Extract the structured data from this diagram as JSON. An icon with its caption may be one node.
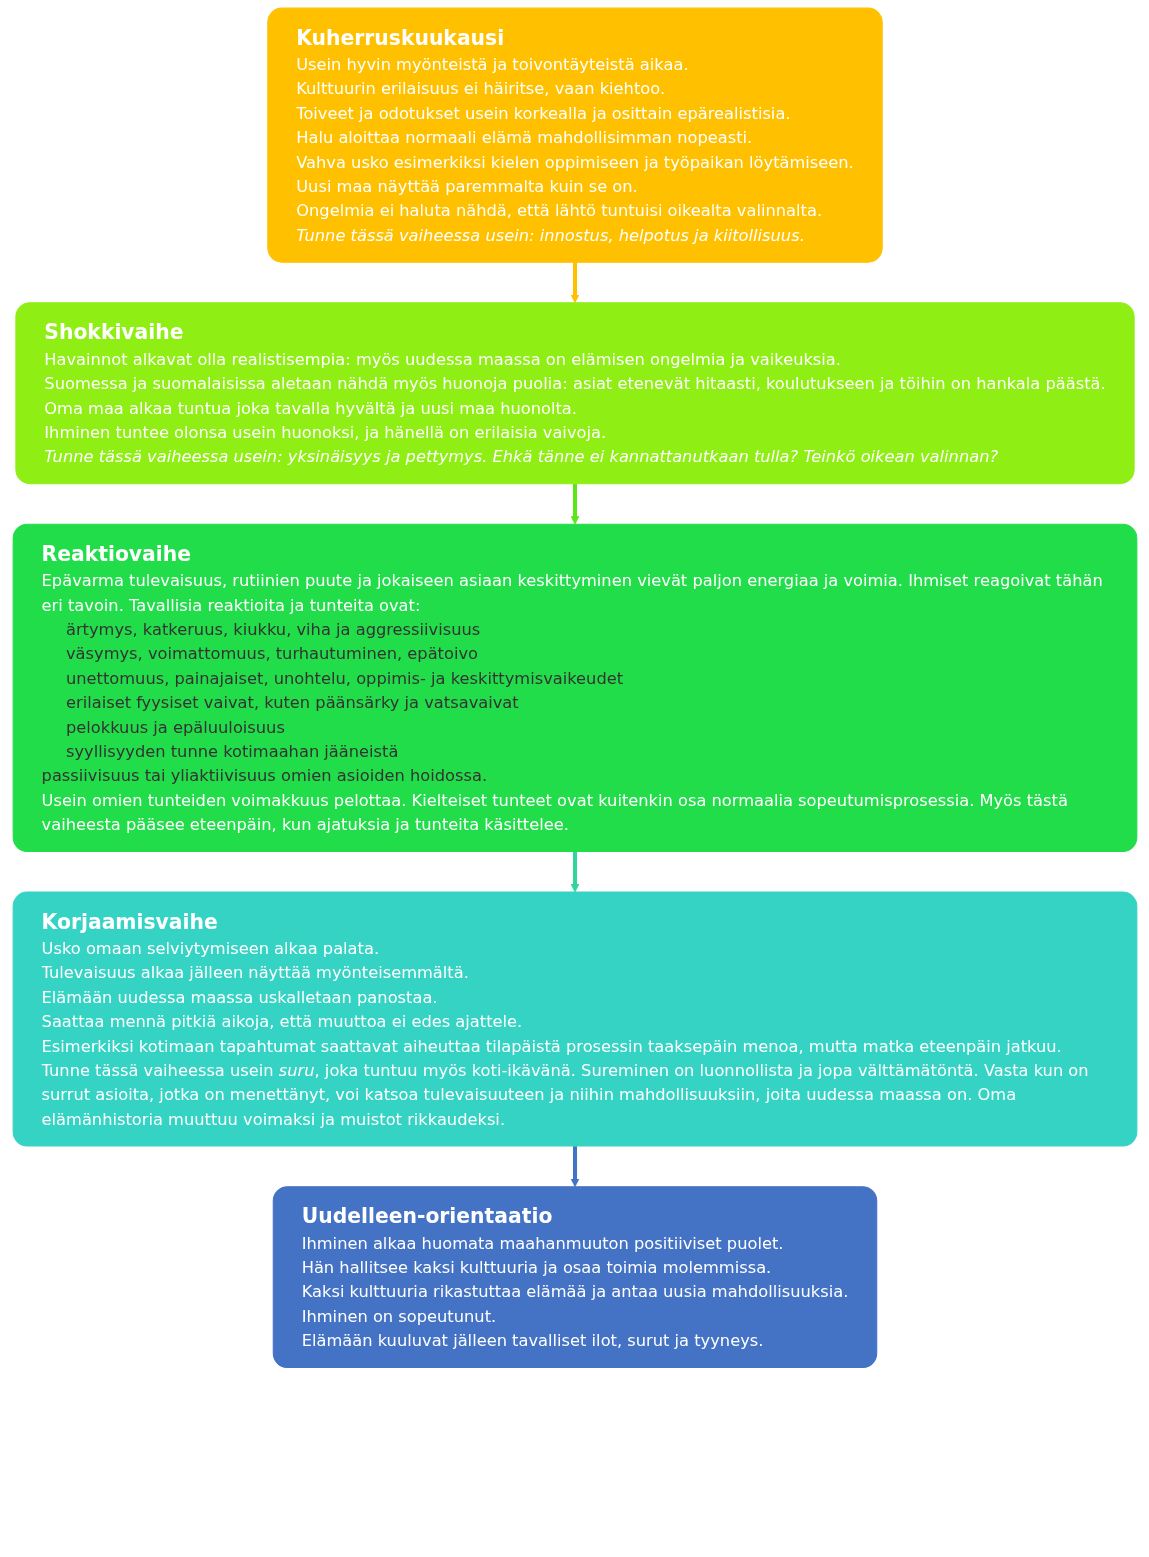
{
  "diagram": {
    "nodes": [
      {
        "text": [
          "Kuherruskuukausi",
          "Usein hyvin myönteistä ja toivontäyteistä aikaa.",
          "Kulttuurin erilaisuus ei häiritse, vaan kiehtoo.",
          "Toiveet ja odotukset usein korkealla ja osittain epärealistisia.",
          "Halu aloittaa normaali elämä mahdollisimman nopeasti.",
          "Vahva usko esimerkiksi kielen oppimiseen ja työpaikan löytämiseen.",
          "Uusi maa näyttää paremmalta kuin se on.",
          "Ongelmia ei haluta nähdä, että lähtö tuntuisi oikealta valinnalta.",
          "Tunne tässä vaiheessa usein: innostus, helpotus ja kiitollisuus."
        ]
      },
      {
        "text": [
          "Shokkivaihe",
          "Havainnot alkavat olla realistisempia: myös uudessa maassa on elämisen ongelmia ja vaikeuksia.",
          "Suomessa ja suomalaisissa aletaan nähdä myös huonoja puolia: asiat etenevät hitaasti, koulutukseen ja töihin on hankala päästä.",
          "Oma maa alkaa tuntua joka tavalla hyvältä ja uusi maa huonolta.",
          "Ihminen tuntee olonsa usein huonoksi, ja hänellä on erilaisia vaivoja.",
          "Tunne tässä vaiheessa usein: yksinäisyys ja pettymys. Ehkä tänne ei kannattanutkaan tulla? Teinkö oikean valinnan?"
        ]
      },
      {
        "text": [
          "Reaktiovaihe",
          "Epävarma tulevaisuus, rutiinien puute ja jokaiseen asiaan keskittyminen vievät paljon energiaa ja voimia. Ihmiset reagoivat tähän eri tavoin. Tavallisia reaktioita ja tunteita ovat:",
          "ärtymys, katkeruus, kiukku, viha ja aggressiivisuus",
          "väsymys, voimattomuus, turhautuminen, epätoivo",
          "unettomuus, painajaiset, unohtelu, oppimis- ja keskittymisvaikeudet",
          "erilaiset fyysiset vaivat, kuten päänsärky ja vatsavaivat",
          "pelokkuus ja epäluuloisuus",
          "syyllisyyden tunne kotimaahan jääneistä",
          "passiivisuus tai yliaktiivisuus omien asioiden hoidossa.",
          "Usein omien tunteiden voimakkuus pelottaa. Kielteiset tunteet ovat kuitenkin osa normaalia sopeutumisprosessia. Myös tästä vaiheesta pääsee eteenpäin, kun ajatuksia ja tunteita käsittelee."
        ]
      },
      {
        "text": [
          "Korjaamisvaihe",
          "Usko omaan selviytymiseen alkaa palata.",
          "Tulevaisuus alkaa jälleen näyttää myönteisemmältä.",
          "Elämään uudessa maassa uskalletaan panostaa.",
          "Saattaa mennä pitkiä aikoja, että muuttoa ei edes ajattele.",
          "Esimerkiksi kotimaan tapahtumat saattavat aiheuttaa tilapäistä prosessin taaksepäin menoa, mutta matka eteenpäin jatkuu.",
          "Tunne tässä vaiheessa usein *suru*, joka tuntuu myös koti-ikävänä. Sureminen on luonnollista ja jopa välttämätöntä. Vasta kun on surrut asioita, jotka on menettänyt, voi katsoa tulevaisuuteen ja niihin mahdollisuuksiin, joita uudessa maassa on. Oma elämänhistoria muuttuu voimaksi ja muistot rikkaudeksi."
        ]
      },
      {
        "text": [
          "Uudelleen-orientaatio",
          "Ihminen alkaa huomata maahanmuuton positiiviset puolet.",
          "Hän hallitsee kaksi kulttuuria ja osaa toimia molemmissa.",
          "Kaksi kulttuuria rikastuttaa elämää ja antaa uusia mahdollisuuksia.",
          "Ihminen on sopeutunut.",
          "Elämään kuuluvat jälleen tavalliset ilot, surut ja tyyneys."
        ]
      }
    ],
    "edges": [
      {
        "from": 0,
        "to": 1,
        "arrow": "to",
        "color": "#ffc000"
      },
      {
        "from": 1,
        "to": 2,
        "arrow": "to",
        "color": "#5ce61a"
      },
      {
        "from": 2,
        "to": 3,
        "arrow": "to",
        "color": "#33d49a"
      },
      {
        "from": 3,
        "to": 4,
        "arrow": "to",
        "color": "#4472c4"
      }
    ]
  }
}
